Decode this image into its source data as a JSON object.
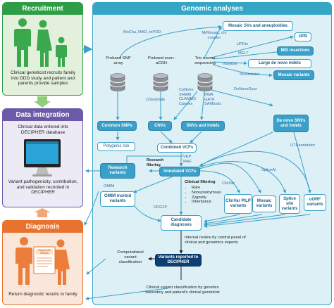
{
  "panels": {
    "recruitment": {
      "title": "Recruitment",
      "text": "Clinical geneticist recruits family into DDD study and patient and parents provide samples"
    },
    "data_integration": {
      "title": "Data integration",
      "text_top": "Clinical data entered into DECIPHER database",
      "text_bottom": "Variant pathogenicity, contribution, and validation recorded in DECIPHER"
    },
    "diagnosis": {
      "title": "Diagnosis",
      "report_label": "Diagnostic Results",
      "text": "Return diagnostic results to family"
    },
    "genomic": {
      "title": "Genomic analyses"
    }
  },
  "sources": {
    "snp": "Proband SNP array",
    "exon": "Proband exon-aCGH",
    "trio": "Trio exome sequencing"
  },
  "annotations": {
    "mocha": "MoCha, MAD, triPOD",
    "mrmosaic": "MrMosaic, chr counter",
    "updio": "UPDio",
    "melt": "MELT",
    "indelible": "Indelible",
    "shearwater": "Shearwater",
    "cnsolidate": "CNsolidate",
    "cnv_tools": "CoNVex\nXHMM\nCLAMMS\nCanoes",
    "align_tools": "BWA\nGATK\nSAMtools",
    "denovogear": "DeNovoGear",
    "vep_maf": "VEP\nMAF",
    "omim": "OMIM",
    "ddg2p": "DDG2P",
    "clinvar": "ClinVar",
    "spliceai": "SpliceAI",
    "utrannotator": "UTRannotator",
    "research_filtering": "Research filtering",
    "clinical_filtering": "Clinical filtering",
    "clinical_filters": [
      "Rare",
      "Nonsynonymous",
      "Zygosity",
      "Inheritance"
    ],
    "internal_review": "Internal review by central panel of clinical and genomics experts",
    "computational": "Computational variant classification",
    "clinical_classification": "Clinical variant classification by genetics laboratory and patient's clinical geneticist"
  },
  "boxes": {
    "mosaic_svs": "Mosaic SVs and aneuploidies",
    "upd": "UPD",
    "mei": "MEI insertions",
    "large_indels": "Large de novo indels",
    "mosaic_variants_top": "Mosaic variants",
    "common_snps": "Common SNPs",
    "cnvs": "CNVs",
    "snvs_indels": "SNVs and indels",
    "denovo_snvs": "De novo SNVs and indels",
    "polygenic": "Polygenic risk",
    "combined_vcfs": "Combined VCFs",
    "research_variants": "Research variants",
    "annotated_vcfs": "Annotated VCFs",
    "omim_morbid": "OMIM morbid variants",
    "clinvar_plp": "ClinVar P/LP variants",
    "mosaic_variants_bottom": "Mosaic variants",
    "splice_site": "Splice site variants",
    "uorf": "uORF variants",
    "candidate": "Candidate diagnoses",
    "reported": "Variants reported to DECIPHER"
  },
  "colors": {
    "recruitment_green": "#2e9e46",
    "recruitment_bg": "#e3f1dc",
    "integration_purple": "#6a5aa7",
    "integration_bg": "#ecebf5",
    "diagnosis_orange": "#e8732f",
    "diagnosis_bg": "#fbe7da",
    "genomic_teal": "#35a6c6",
    "genomic_bg": "#dcf0f6",
    "navy": "#0e3f73"
  }
}
